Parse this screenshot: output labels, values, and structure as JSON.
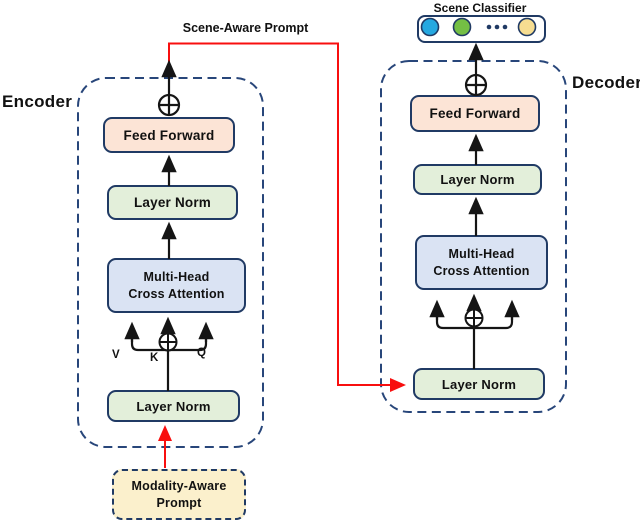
{
  "scene_aware_prompt": {
    "label": "Scene-Aware Prompt"
  },
  "scene_classifier": {
    "label": "Scene Classifier"
  },
  "encoder": {
    "label": "Encoder",
    "feed_forward_label": "Feed Forward",
    "layer_norm_top_label": "Layer Norm",
    "attention_label_line1": "Multi-Head",
    "attention_label_line2": "Cross Attention",
    "layer_norm_bottom_label": "Layer Norm",
    "value_label": "V",
    "key_label": "K",
    "query_label": "Q"
  },
  "decoder": {
    "label": "Decoder",
    "feed_forward_label": "Feed Forward",
    "layer_norm_top_label": "Layer Norm",
    "attention_label_line1": "Multi-Head",
    "attention_label_line2": "Cross Attention",
    "layer_norm_bottom_label": "Layer Norm"
  },
  "modality_prompt": {
    "label_line1": "Modality-Aware",
    "label_line2": "Prompt"
  },
  "colors": {
    "feed_forward_fill": "#fce4d6",
    "layer_norm_fill": "#e3efda",
    "attention_fill": "#dae3f3",
    "prompt_fill": "#fbf0cc",
    "box_border": "#203a64",
    "dashed_outline": "#28467a",
    "connector_black": "#151515",
    "prompt_arrow_red": "#f80f0f",
    "classifier_dot_blue": "#25a8e0",
    "classifier_dot_green": "#74bf44",
    "classifier_dot_yellow": "#f6dd91",
    "ellipsis_dot": "#203a64"
  }
}
